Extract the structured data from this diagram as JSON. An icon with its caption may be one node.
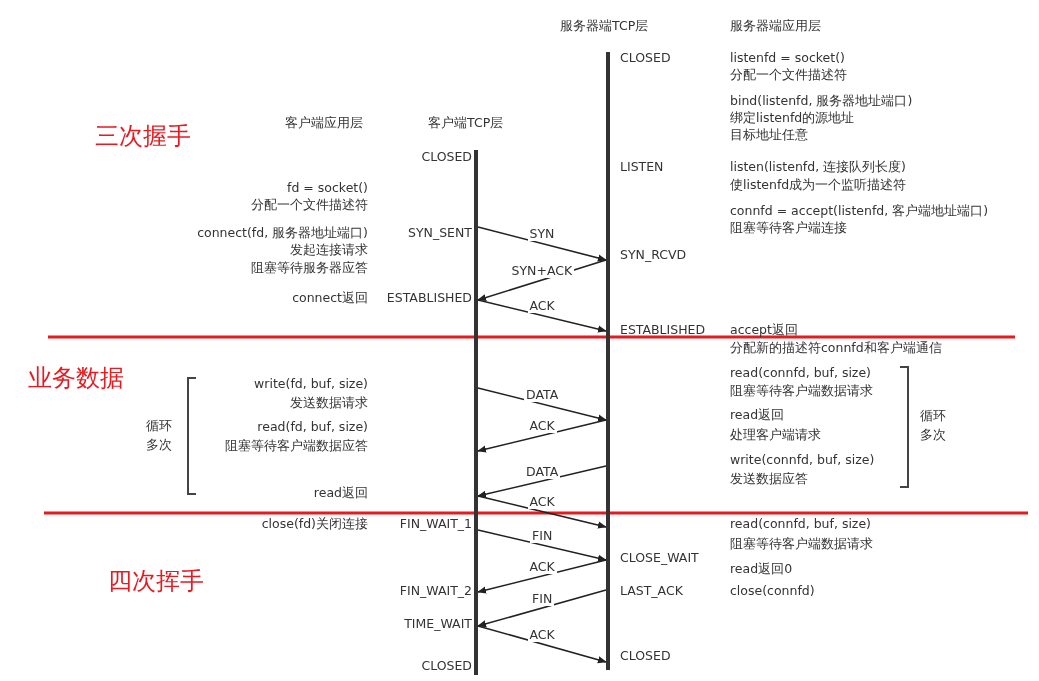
{
  "diagram": {
    "nodes": [
      {
        "text": [],
        "shape": "bar"
      },
      {
        "text": [],
        "shape": "bar"
      }
    ],
    "edges": [
      {
        "from": 0,
        "to": 1,
        "arrow": "to",
        "label": "SYN"
      },
      {
        "from": 1,
        "to": 0,
        "arrow": "to",
        "label": "SYN+ACK"
      },
      {
        "from": 0,
        "to": 1,
        "arrow": "to",
        "label": "ACK"
      },
      {
        "from": 0,
        "to": 1,
        "arrow": "to",
        "label": "DATA"
      },
      {
        "from": 1,
        "to": 0,
        "arrow": "to",
        "label": "ACK"
      },
      {
        "from": 1,
        "to": 0,
        "arrow": "to",
        "label": "DATA"
      },
      {
        "from": 0,
        "to": 1,
        "arrow": "to",
        "label": "ACK"
      },
      {
        "from": 0,
        "to": 1,
        "arrow": "to",
        "label": "FIN"
      },
      {
        "from": 1,
        "to": 0,
        "arrow": "to",
        "label": "ACK"
      },
      {
        "from": 1,
        "to": 0,
        "arrow": "to",
        "label": "FIN"
      },
      {
        "from": 0,
        "to": 1,
        "arrow": "to",
        "label": "ACK"
      }
    ],
    "labels": [
      "服务器端TCP层",
      "服务器端应用层",
      "CLOSED",
      "listenfd = socket()",
      "分配一个文件描述符",
      "bind(listenfd, 服务器地址端口)",
      "绑定listenfd的源地址",
      "目标地址任意",
      "客户端应用层",
      "客户端TCP层",
      "三次握手",
      "CLOSED",
      "LISTEN",
      "listen(listenfd, 连接队列长度)",
      "fd = socket()",
      "使listenfd成为一个监听描述符",
      "分配一个文件描述符",
      "connfd = accept(listenfd, 客户端地址端口)",
      "connect(fd, 服务器地址端口)",
      "SYN_SENT",
      "阻塞等待客户端连接",
      "发起连接请求",
      "SYN_RCVD",
      "阻塞等待服务器应答",
      "connect返回",
      "ESTABLISHED",
      "ESTABLISHED",
      "accept返回",
      "分配新的描述符connfd和客户端通信",
      "read(connfd, buf, size)",
      "业务数据",
      "write(fd, buf, size)",
      "阻塞等待客户端数据请求",
      "发送数据请求",
      "read返回",
      "循环多次",
      "循环多次",
      "read(fd, buf, size)",
      "处理客户端请求",
      "阻塞等待客户端数据应答",
      "write(connfd, buf, size)",
      "发送数据应答",
      "read返回",
      "close(fd)关闭连接",
      "FIN_WAIT_1",
      "read(connfd, buf, size)",
      "阻塞等待客户端数据请求",
      "CLOSE_WAIT",
      "read返回0",
      "四次挥手",
      "FIN_WAIT_2",
      "LAST_ACK",
      "close(connfd)",
      "TIME_WAIT",
      "CLOSED",
      "CLOSED"
    ]
  }
}
